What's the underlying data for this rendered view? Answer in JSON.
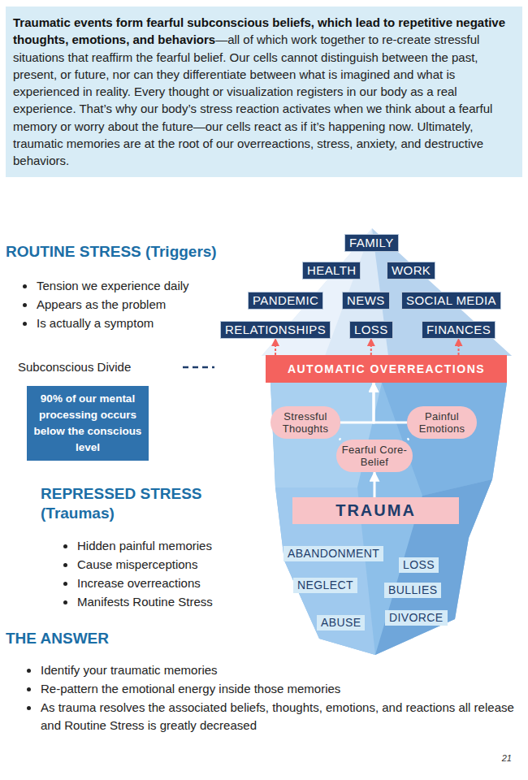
{
  "diagram": {
    "nodes": [
      {
        "text": [
          "Traumatic events form fearful subconscious beliefs, which lead to repetitive negative thoughts, emotions, and behaviors",
          "—all of which work together to re-create stressful situations that reaffirm the fearful belief. Our cells cannot distinguish between the past, present, or future, nor can they differentiate between what is imagined and what is experienced in reality. Every thought or visualization registers in our body as a real experience. That’s why our body’s stress reaction activates when we think about a fearful memory or worry about the future—our cells react as if it’s happening now. Ultimately, traumatic memories are at the root of our overreactions, stress, anxiety, and destructive behaviors."
        ]
      },
      {
        "text": [
          "FAMILY"
        ]
      },
      {
        "text": [
          "HEALTH"
        ]
      },
      {
        "text": [
          "WORK"
        ]
      },
      {
        "text": [
          "PANDEMIC"
        ]
      },
      {
        "text": [
          "NEWS"
        ]
      },
      {
        "text": [
          "SOCIAL MEDIA"
        ]
      },
      {
        "text": [
          "RELATIONSHIPS"
        ]
      },
      {
        "text": [
          "LOSS"
        ]
      },
      {
        "text": [
          "FINANCES"
        ]
      },
      {
        "text": [
          "AUTOMATIC OVERREACTIONS"
        ]
      },
      {
        "text": [
          "Stressful Thoughts"
        ]
      },
      {
        "text": [
          "Painful Emotions"
        ]
      },
      {
        "text": [
          "Fearful Core-Belief"
        ]
      },
      {
        "text": [
          "TRAUMA"
        ]
      },
      {
        "text": [
          "ABANDONMENT"
        ]
      },
      {
        "text": [
          "LOSS"
        ]
      },
      {
        "text": [
          "NEGLECT"
        ]
      },
      {
        "text": [
          "BULLIES"
        ]
      },
      {
        "text": [
          "ABUSE"
        ]
      },
      {
        "text": [
          "DIVORCE"
        ]
      },
      {
        "text": [
          "90% of our mental processing occurs below the conscious level"
        ]
      }
    ],
    "edges": [
      {
        "from": 10,
        "to": 7,
        "arrow": "to"
      },
      {
        "from": 10,
        "to": 8,
        "arrow": "to"
      },
      {
        "from": 10,
        "to": 9,
        "arrow": "to"
      },
      {
        "from": 11,
        "to": 10,
        "arrow": "to"
      },
      {
        "from": 12,
        "to": 10,
        "arrow": "to"
      },
      {
        "from": 13,
        "to": 11,
        "arrow": "none"
      },
      {
        "from": 13,
        "to": 12,
        "arrow": "none"
      },
      {
        "from": 14,
        "to": 13,
        "arrow": "to"
      }
    ],
    "labels": [
      "ROUTINE STRESS (Triggers)",
      "Tension we experience daily",
      "Appears as the problem",
      "Is actually a symptom",
      "Subconscious Divide",
      "REPRESSED STRESS (Traumas)",
      "Hidden painful memories",
      "Cause misperceptions",
      "Increase overreactions",
      "Manifests Routine Stress",
      "THE ANSWER",
      "Identify your traumatic memories",
      "Re-pattern the emotional energy inside those memories",
      "As trauma resolves the associated beliefs, thoughts, emotions, and reactions all release and Routine Stress is greatly decreased",
      "21"
    ]
  }
}
